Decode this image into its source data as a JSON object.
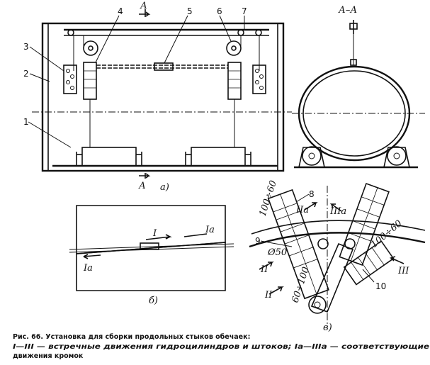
{
  "labels": {
    "n1": "1",
    "n2": "2",
    "n3": "3",
    "n4": "4",
    "n5": "5",
    "n6": "6",
    "n7": "7",
    "n8": "8",
    "n9": "9",
    "n10": "10",
    "section_top": "А",
    "section_bottom": "А",
    "section_view": "А–А",
    "view_a": "а)",
    "view_b": "б)",
    "view_c": "в)",
    "arrow_I": "I",
    "arrow_Ia": "Iа",
    "arrow_Ia_left": "Iа",
    "arrow_IIa": "IIа",
    "arrow_IIIa": "IIIа",
    "arrow_II": "II",
    "arrow_II_b": "II",
    "arrow_III": "III",
    "dia": "Ø50",
    "dim_100_60_left": "100÷60",
    "dim_100_60_right": "100÷60",
    "dim_60_100": "60÷100"
  },
  "caption": {
    "line1": "Рис. 66. Установка для сборки продольных стыков обечаек:",
    "line2": "I—III — встречные движения гидроцилиндров и штоков; Iа—IIIа — соответствующие",
    "line3": "движения кромок"
  }
}
